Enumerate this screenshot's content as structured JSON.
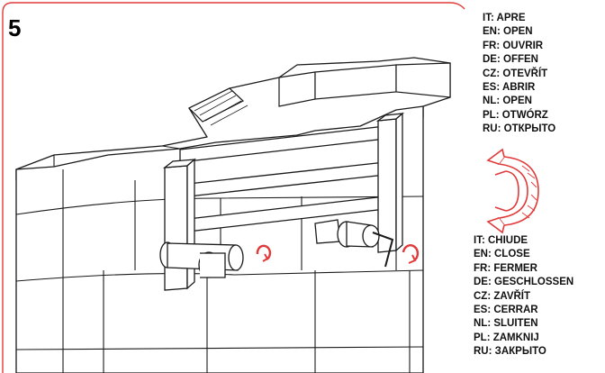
{
  "step": {
    "number": "5"
  },
  "open_labels": [
    "IT: APRE",
    "EN: OPEN",
    "FR: OUVRIR",
    "DE: OFFEN",
    "CZ: OTEVŘÍT",
    "ES: ABRIR",
    "NL: OPEN",
    "PL: OTWÓRZ",
    "RU: ОТКРЫТО"
  ],
  "close_labels": [
    "IT: CHIUDE",
    "EN: CLOSE",
    "FR: FERMER",
    "DE: GESCHLOSSEN",
    "CZ: ZAVŘÍT",
    "ES: CERRAR",
    "NL: SLUITEN",
    "PL: ZAMKNIJ",
    "RU: ЗАКРЫТО"
  ],
  "colors": {
    "accent": "#e03a3a",
    "line": "#1a1a1a"
  },
  "icons": {
    "rotate_open": "rotate-counterclockwise-arrow",
    "rotate_close": "rotate-clockwise-arrow"
  }
}
